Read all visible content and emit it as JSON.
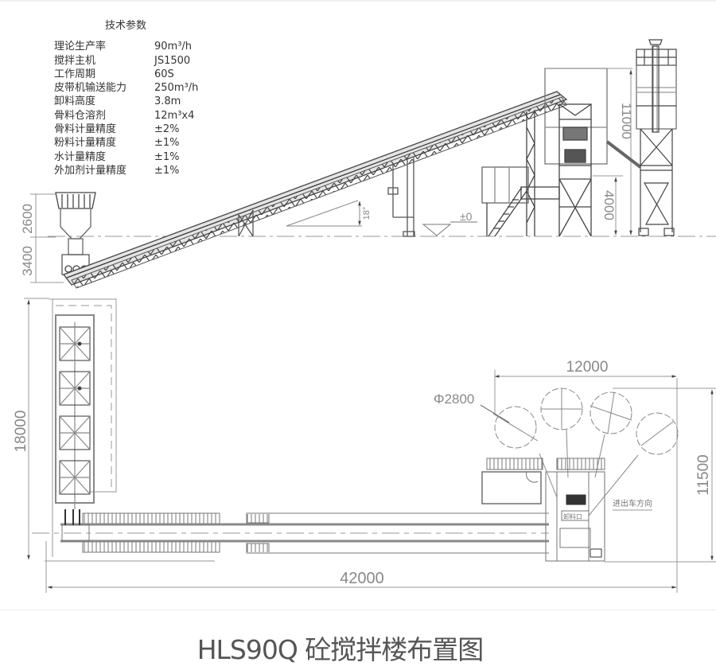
{
  "specs": {
    "title": "技术参数",
    "rows": [
      {
        "label": "理论生产率",
        "value": "90m³/h"
      },
      {
        "label": "搅拌主机",
        "value": "JS1500"
      },
      {
        "label": "工作周期",
        "value": "60S"
      },
      {
        "label": "皮带机输送能力",
        "value": "250m³/h"
      },
      {
        "label": "卸料高度",
        "value": "3.8m"
      },
      {
        "label": "骨料仓溶剂",
        "value": "12m³x4"
      },
      {
        "label": "骨料计量精度",
        "value": "±2%"
      },
      {
        "label": "粉料计量精度",
        "value": "±1%"
      },
      {
        "label": "水计量精度",
        "value": "±1%"
      },
      {
        "label": "外加剂计量精度",
        "value": "±1%"
      }
    ]
  },
  "elevation": {
    "dims": {
      "hopper_height": "2600",
      "hopper_base": "3400",
      "tower_height": "11000",
      "platform_height": "4000",
      "ground_level": "±0",
      "slope": "18°"
    }
  },
  "plan": {
    "dims": {
      "total_length": "42000",
      "bin_length": "18000",
      "silo_span": "12000",
      "silo_depth": "11500",
      "silo_diameter": "Φ2800"
    },
    "labels": {
      "truck_direction": "进出车方向",
      "mixer_label": "卸料口"
    }
  },
  "caption": "HLS90Q 砼搅拌楼布置图",
  "colors": {
    "line": "#555555",
    "dim_line": "#999999",
    "dim_text": "#888888",
    "caption": "#555555"
  }
}
